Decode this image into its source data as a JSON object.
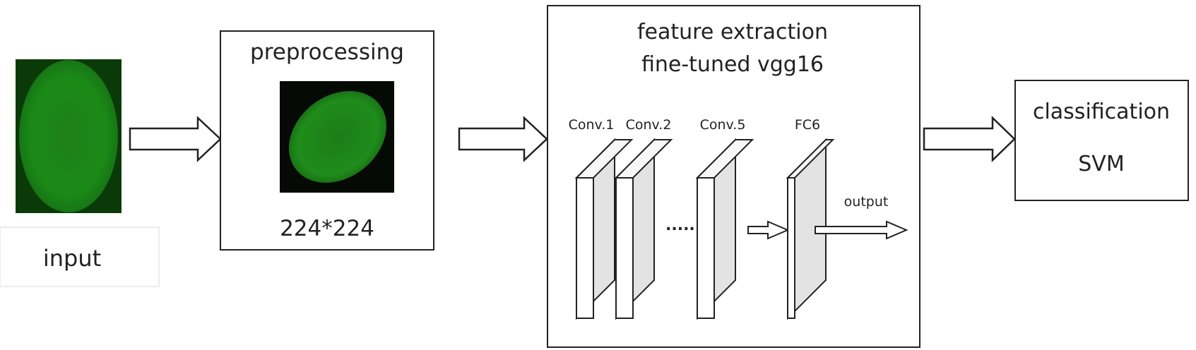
{
  "input": {
    "label": "input"
  },
  "preprocessing": {
    "title": "preprocessing",
    "size_label": "224*224"
  },
  "feature_extraction": {
    "title_line1": "feature extraction",
    "title_line2": "fine-tuned vgg16",
    "layers": [
      "Conv.1",
      "Conv.2",
      "Conv.5",
      "FC6"
    ],
    "ellipsis": "......",
    "output_label": "output"
  },
  "classification": {
    "title": "classification",
    "method": "SVM"
  },
  "colors": {
    "cell_green": "#1f8a1a",
    "cell_background": "#050a05",
    "line": "#222222",
    "layer_side": "#e3e3e3"
  }
}
